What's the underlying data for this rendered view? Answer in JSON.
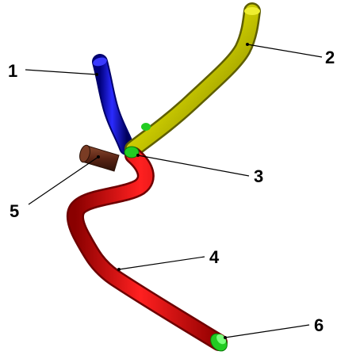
{
  "callouts": [
    {
      "number": "1",
      "part": "blue-hose"
    },
    {
      "number": "2",
      "part": "yellow-hose"
    },
    {
      "number": "3",
      "part": "junction-connector"
    },
    {
      "number": "4",
      "part": "red-hose"
    },
    {
      "number": "5",
      "part": "brown-sleeve"
    },
    {
      "number": "6",
      "part": "end-fitting"
    }
  ],
  "colors": {
    "blue_hose": "#1010d8",
    "yellow_hose": "#d4d400",
    "red_hose": "#e00000",
    "brown_sleeve": "#6b2e1a",
    "connector": "#22cc22",
    "background": "#ffffff"
  }
}
